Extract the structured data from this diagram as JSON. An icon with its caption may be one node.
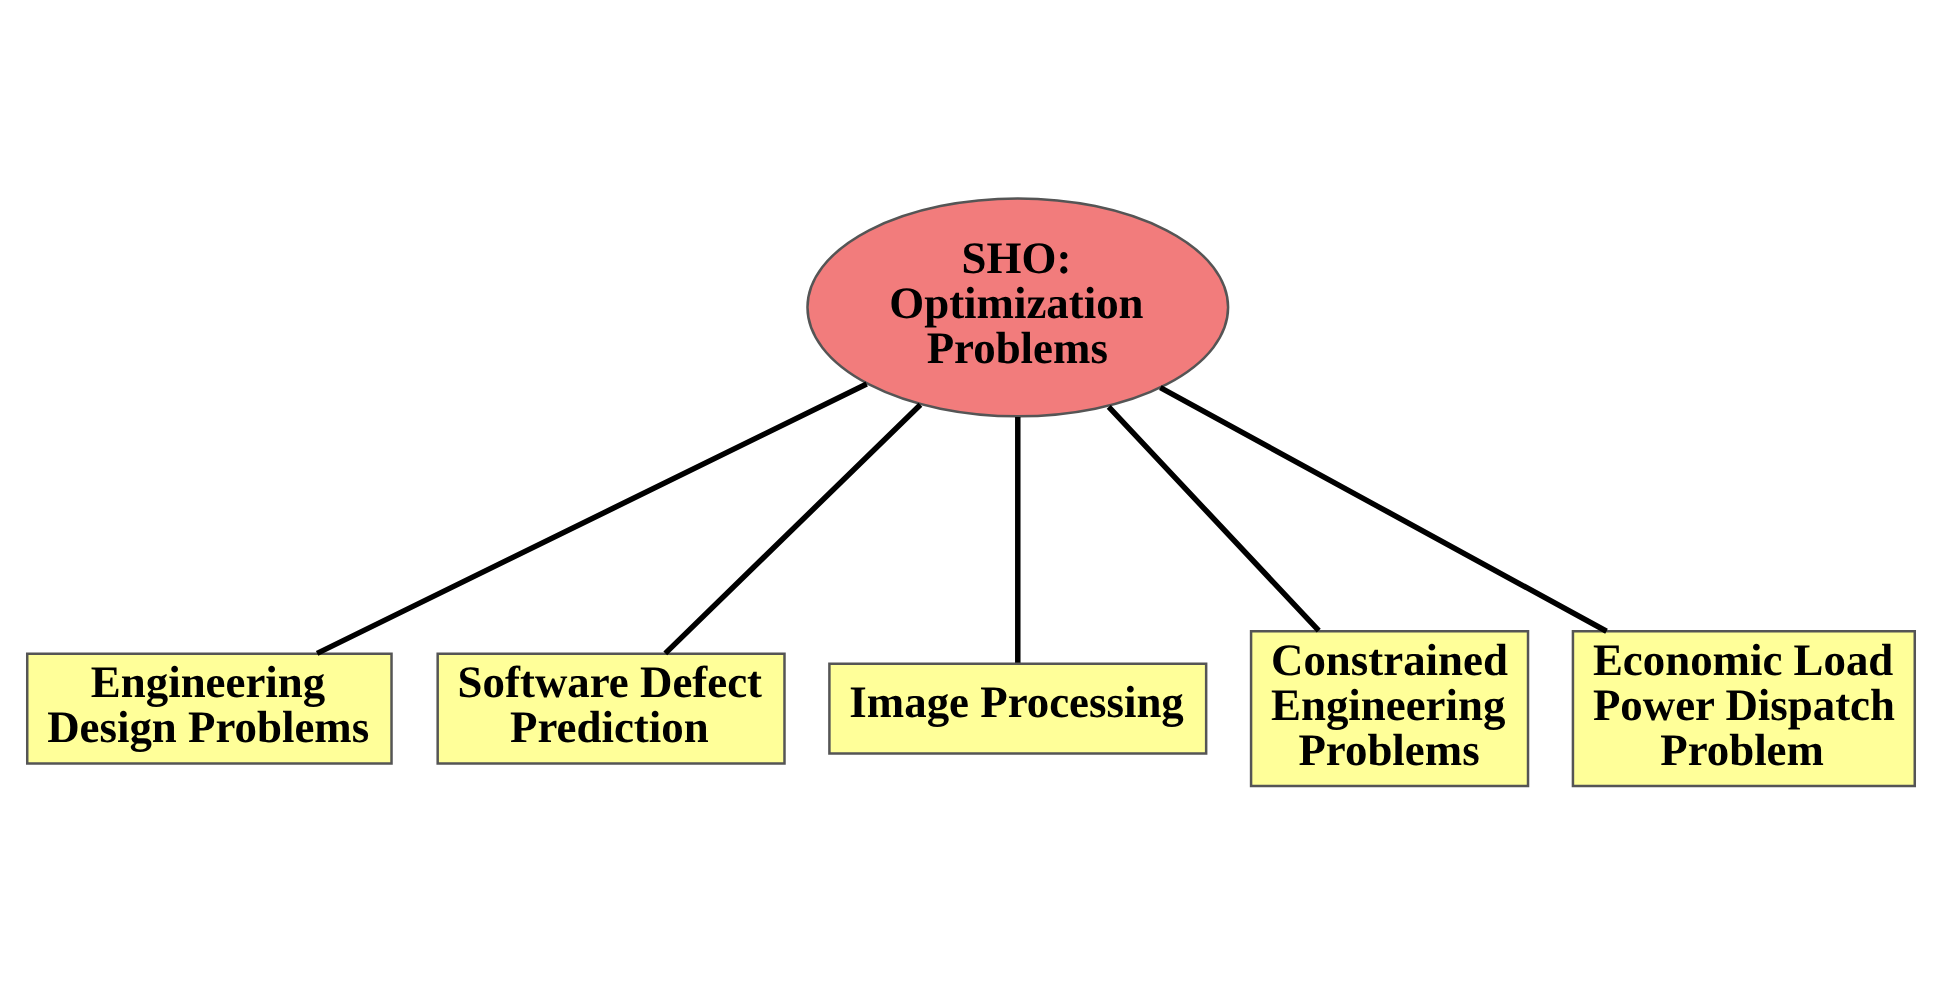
{
  "diagram": {
    "nodes": [
      {
        "text": [
          "SHO: Optimization Problems"
        ]
      },
      {
        "text": [
          "Engineering Design Problems"
        ]
      },
      {
        "text": [
          "Software Defect Prediction"
        ]
      },
      {
        "text": [
          "Image Processing"
        ]
      },
      {
        "text": [
          "Constrained Engineering Problems"
        ]
      },
      {
        "text": [
          "Economic Load Power Dispatch Problem"
        ]
      }
    ],
    "edges": [
      {
        "from": 0,
        "to": 1,
        "arrow": "none"
      },
      {
        "from": 0,
        "to": 2,
        "arrow": "none"
      },
      {
        "from": 0,
        "to": 3,
        "arrow": "none"
      },
      {
        "from": 0,
        "to": 4,
        "arrow": "none"
      },
      {
        "from": 0,
        "to": 5,
        "arrow": "none"
      }
    ]
  }
}
